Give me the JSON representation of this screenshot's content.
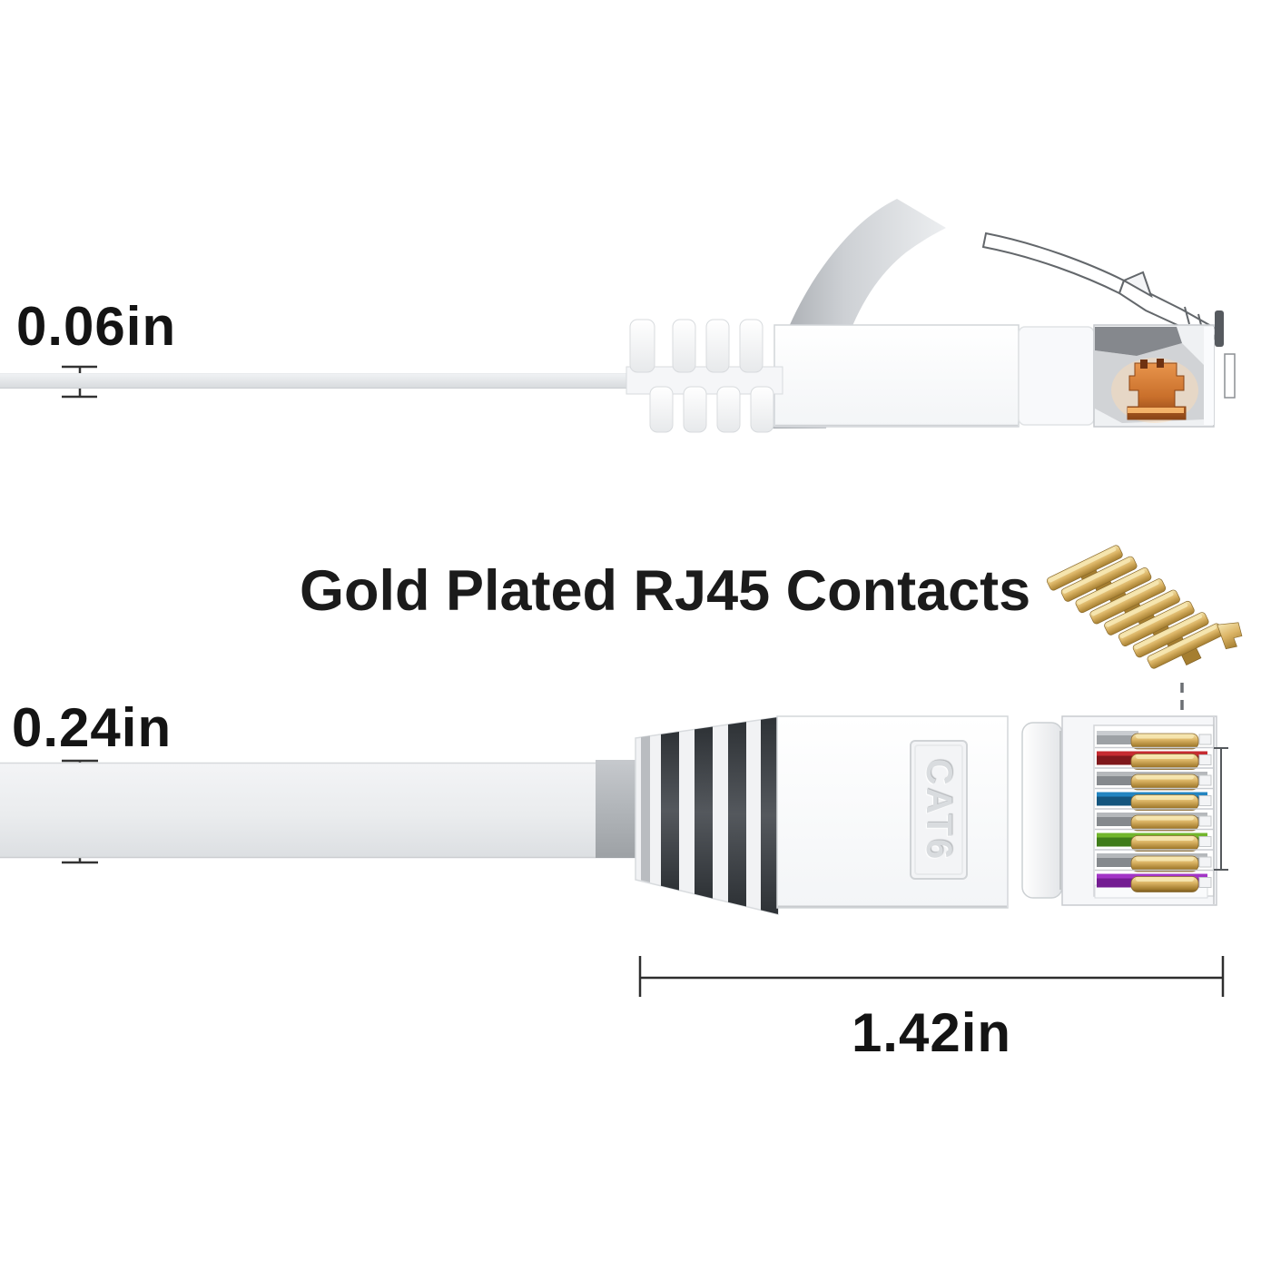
{
  "labels": {
    "thin_cable_thickness": "0.06in",
    "flat_cable_thickness": "0.24in",
    "connector_length": "1.42in",
    "heading": "Gold Plated RJ45 Contacts",
    "connector_marking": "CAT6"
  },
  "colors": {
    "text": "#141414",
    "dimension_line": "#2e2e2e",
    "gold_light": "#f6e7b1",
    "gold_mid": "#dcb566",
    "gold_dark": "#a57e30",
    "gold_deep": "#7a5a1f",
    "copper_light": "#e8954c",
    "copper": "#c96f2b",
    "copper_dark": "#8a4416",
    "cable_light": "#f1f3f5",
    "cable_dark": "#d7dadd",
    "boot_rib": "#3b3f44",
    "white_plastic": "#fbfcfd"
  },
  "connector_bottom": {
    "wires": [
      {
        "name": "silver",
        "light": "#c9ccd0",
        "dark": "#9da1a5"
      },
      {
        "name": "red",
        "light": "#c62b31",
        "dark": "#7f181c"
      },
      {
        "name": "gray",
        "light": "#b5b8bb",
        "dark": "#85898d"
      },
      {
        "name": "blue",
        "light": "#2385c1",
        "dark": "#14557e"
      },
      {
        "name": "gray",
        "light": "#b5b8bb",
        "dark": "#85898d"
      },
      {
        "name": "green",
        "light": "#72b62c",
        "dark": "#3f7c1a"
      },
      {
        "name": "gray",
        "light": "#b5b8bb",
        "dark": "#85898d"
      },
      {
        "name": "purple",
        "light": "#a235c6",
        "dark": "#741d92"
      }
    ]
  }
}
